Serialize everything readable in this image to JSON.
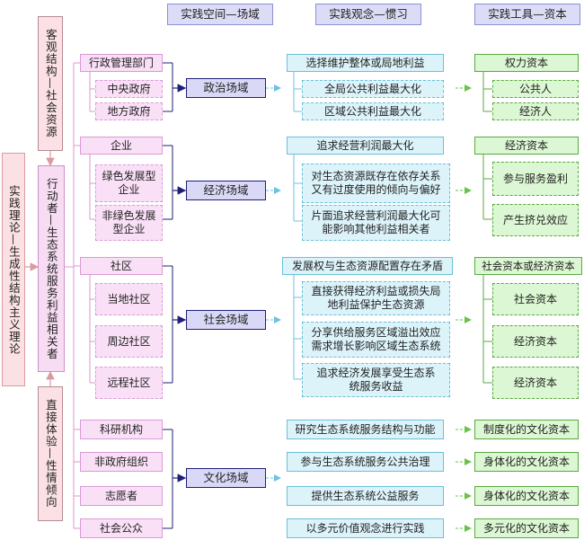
{
  "headers": {
    "space": "实践空间—场域",
    "concept": "实践观念—惯习",
    "tool": "实践工具—资本"
  },
  "theory": "实践理论—生成性结构主义理论",
  "left_column": {
    "objective": "客观结构—社会资源",
    "actors": "行动者—生态系统服务利益相关者",
    "experience": "直接体验—性情倾向"
  },
  "actors": {
    "admin": "行政管理部门",
    "central_gov": "中央政府",
    "local_gov": "地方政府",
    "enterprise": "企业",
    "green_ent": "绿色发展型企业",
    "nongreen_ent": "非绿色发展型企业",
    "community": "社区",
    "local_comm": "当地社区",
    "nearby_comm": "周边社区",
    "remote_comm": "远程社区",
    "research": "科研机构",
    "ngo": "非政府组织",
    "volunteer": "志愿者",
    "public": "社会公众"
  },
  "fields": {
    "political": "政治场域",
    "economic": "经济场域",
    "social": "社会场域",
    "cultural": "文化场域"
  },
  "concepts": {
    "admin_main": "选择维护整体或局地利益",
    "central": "全局公共利益最大化",
    "local": "区域公共利益最大化",
    "ent_main": "追求经营利润最大化",
    "green": "对生态资源既存在依存关系又有过度使用的倾向与偏好",
    "nongreen": "片面追求经营利润最大化可能影响其他利益相关者",
    "comm_main": "发展权与生态资源配置存在矛盾",
    "local_c": "直接获得经济利益或损失局地利益保护生态资源",
    "nearby_c": "分享供给服务区域溢出效应需求增长影响区域生态系统",
    "remote_c": "追求经济发展享受生态系统服务收益",
    "research": "研究生态系统服务结构与功能",
    "ngo": "参与生态系统服务公共治理",
    "volunteer": "提供生态系统公益服务",
    "public": "以多元价值观念进行实践"
  },
  "tools": {
    "power": "权力资本",
    "public_person": "公共人",
    "econ_person": "经济人",
    "econ_capital": "经济资本",
    "service_profit": "参与服务盈利",
    "crowding": "产生挤兑效应",
    "social_or_econ": "社会资本或经济资本",
    "social_capital": "社会资本",
    "econ_capital_2": "经济资本",
    "econ_capital_3": "经济资本",
    "inst_culture": "制度化的文化资本",
    "body_culture_1": "身体化的文化资本",
    "body_culture_2": "身体化的文化资本",
    "diverse_culture": "多元化的文化资本"
  }
}
